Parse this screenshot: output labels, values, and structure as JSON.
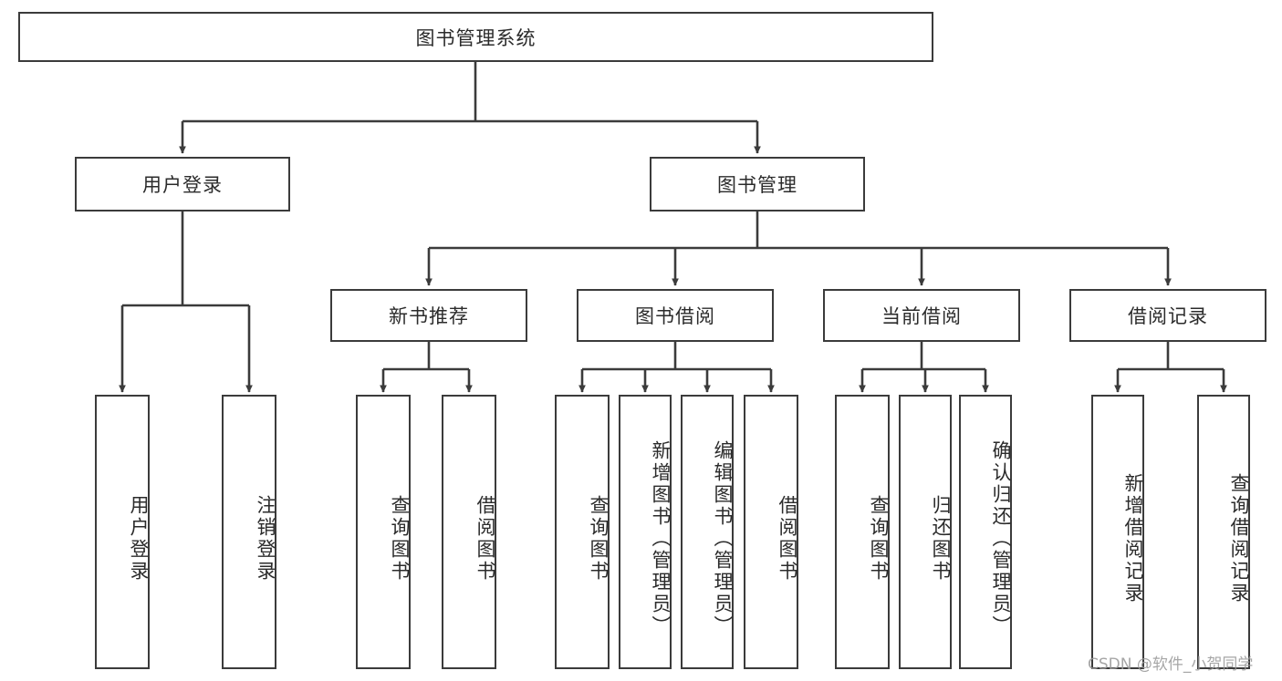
{
  "diagram": {
    "type": "tree-hierarchy-chart",
    "title": "图书管理系统",
    "stroke_color": "#3b3b3b",
    "background_color": "#ffffff",
    "text_color": "#2b2b2b",
    "watermark": "CSDN @软件_小贺同学",
    "nodes": {
      "root": {
        "label": "图书管理系统",
        "level": 0
      },
      "l1": [
        {
          "id": "user-login",
          "label": "用户登录",
          "level": 1
        },
        {
          "id": "book-manage",
          "label": "图书管理",
          "level": 1
        }
      ],
      "l2": [
        {
          "id": "new-book-recommend",
          "label": "新书推荐",
          "level": 2,
          "parent": "book-manage"
        },
        {
          "id": "book-borrow",
          "label": "图书借阅",
          "level": 2,
          "parent": "book-manage"
        },
        {
          "id": "current-borrow",
          "label": "当前借阅",
          "level": 2,
          "parent": "book-manage"
        },
        {
          "id": "borrow-record",
          "label": "借阅记录",
          "level": 2,
          "parent": "book-manage"
        }
      ],
      "leaves": [
        {
          "id": "leaf-user-login",
          "label": "用户登录",
          "parent": "user-login"
        },
        {
          "id": "leaf-user-logout",
          "label": "注销登录",
          "parent": "user-login"
        },
        {
          "id": "leaf-query-book-1",
          "label": "查询图书",
          "parent": "new-book-recommend"
        },
        {
          "id": "leaf-borrow-book-1",
          "label": "借阅图书",
          "parent": "new-book-recommend"
        },
        {
          "id": "leaf-query-book-2",
          "label": "查询图书",
          "parent": "book-borrow"
        },
        {
          "id": "leaf-add-book",
          "label": "新增图书（管理员）",
          "parent": "book-borrow"
        },
        {
          "id": "leaf-edit-book",
          "label": "编辑图书（管理员）",
          "parent": "book-borrow"
        },
        {
          "id": "leaf-borrow-book-2",
          "label": "借阅图书",
          "parent": "book-borrow"
        },
        {
          "id": "leaf-query-book-3",
          "label": "查询图书",
          "parent": "current-borrow"
        },
        {
          "id": "leaf-return-book",
          "label": "归还图书",
          "parent": "current-borrow"
        },
        {
          "id": "leaf-confirm-return",
          "label": "确认归还（管理员）",
          "parent": "current-borrow"
        },
        {
          "id": "leaf-add-record",
          "label": "新增借阅记录",
          "parent": "borrow-record"
        },
        {
          "id": "leaf-query-record",
          "label": "查询借阅记录",
          "parent": "borrow-record"
        }
      ]
    }
  }
}
